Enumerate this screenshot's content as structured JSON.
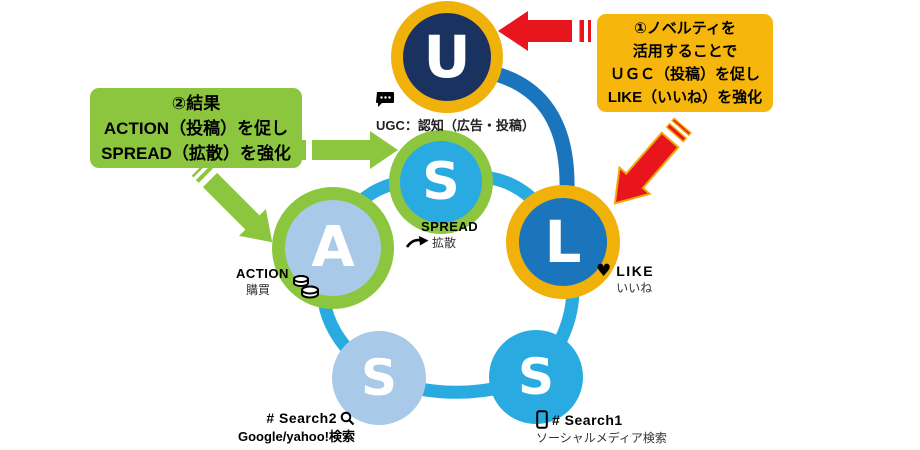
{
  "palette": {
    "navy": "#1A3260",
    "gold": "#F0B10A",
    "box_orange": "#F6B60B",
    "green": "#8CC63E",
    "cyan": "#29ABE2",
    "midblue": "#1B75BC",
    "lightblue": "#A9C9E9",
    "red": "#E9151C",
    "arrow_outline": "#F2A90A",
    "black": "#000000"
  },
  "nodes": {
    "u": {
      "letter": "U"
    },
    "s_mid": {
      "letter": "S"
    },
    "l": {
      "letter": "L"
    },
    "a": {
      "letter": "A"
    },
    "s_left": {
      "letter": "S"
    },
    "s_right": {
      "letter": "S"
    }
  },
  "labels": {
    "ugc": {
      "text": "UGC：認知（広告・投稿）"
    },
    "spread": {
      "en": "SPREAD",
      "jp": "拡散"
    },
    "action": {
      "en": "ACTION",
      "jp": "購買"
    },
    "like": {
      "heart": "♥",
      "en": "LIKE",
      "jp": "いいね"
    },
    "search2": {
      "en": "# Search2",
      "jp": "Google/yahoo!検索"
    },
    "search1": {
      "en": "# Search1",
      "jp": "ソーシャルメディア検索"
    }
  },
  "callouts": {
    "right": {
      "lines": [
        "①ノベルティを",
        "活用することで",
        "ＵＧＣ（投稿）を促し",
        "LIKE（いいね）を強化"
      ]
    },
    "left": {
      "lines": [
        "②結果",
        "ACTION（投稿）を促し",
        "SPREAD（拡散）を強化"
      ]
    }
  }
}
